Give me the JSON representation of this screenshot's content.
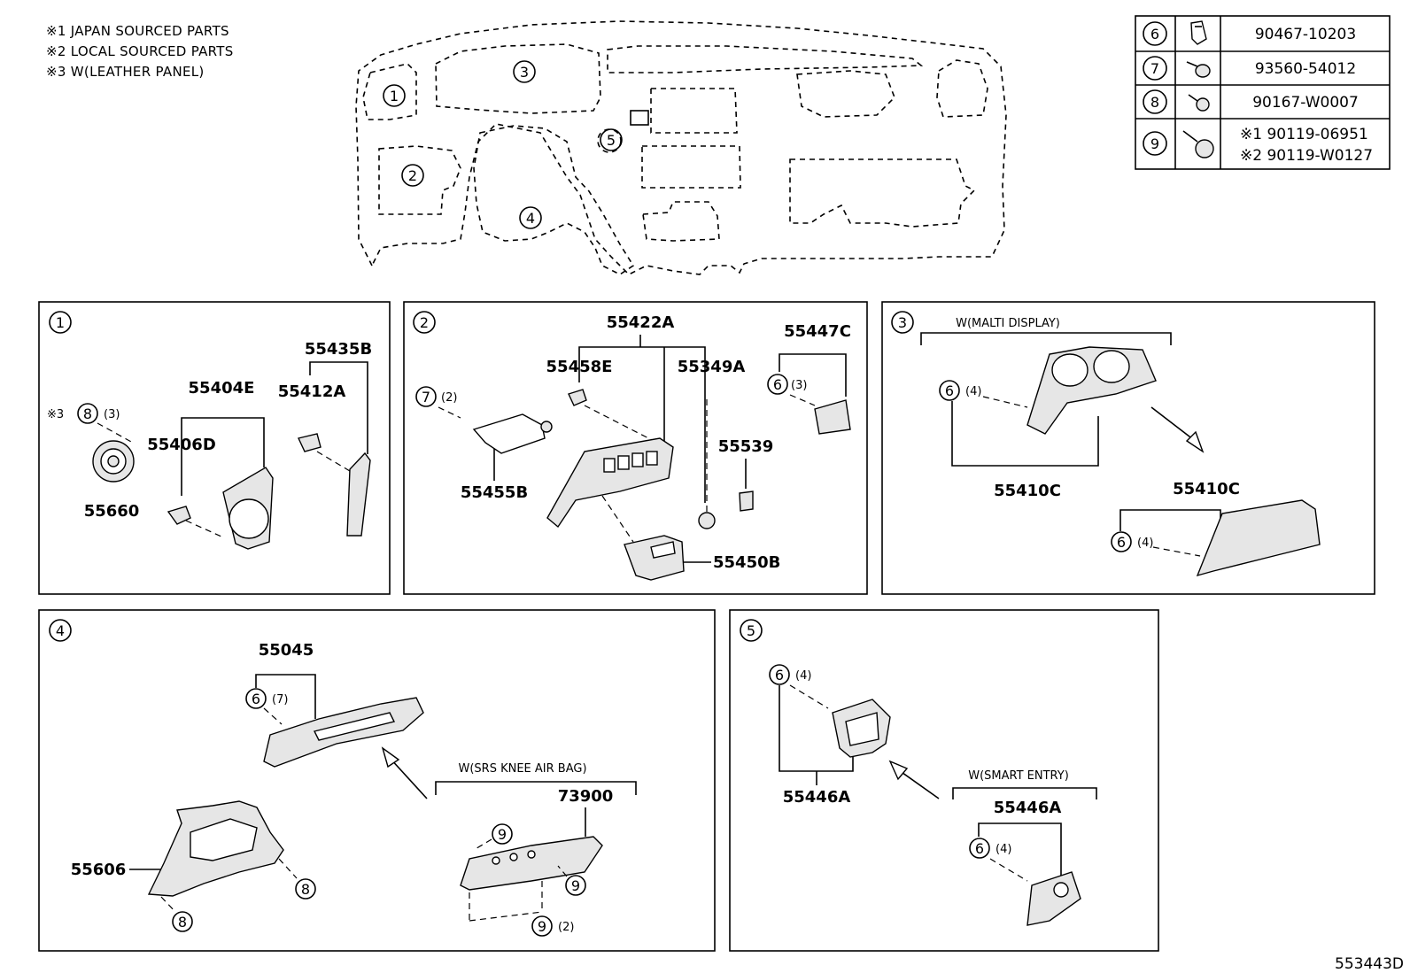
{
  "notes": [
    "※1 JAPAN SOURCED PARTS",
    "※2 LOCAL SOURCED PARTS",
    "※3 W(LEATHER PANEL)"
  ],
  "legend_table": [
    {
      "ref": "6",
      "part": "90467-10203",
      "icon": "clip-icon"
    },
    {
      "ref": "7",
      "part": "93560-54012",
      "icon": "screw-icon"
    },
    {
      "ref": "8",
      "part": "90167-W0007",
      "icon": "screw-icon"
    },
    {
      "ref": "9",
      "part": "※1 90119-06951",
      "part2": "※2 90119-W0127",
      "icon": "bolt-icon"
    }
  ],
  "overview_labels": [
    "1",
    "2",
    "3",
    "4",
    "5"
  ],
  "panel1": {
    "id": "1",
    "parts": [
      "55435B",
      "55404E",
      "55412A",
      "55406D",
      "55660"
    ],
    "fastener": {
      "prefix": "※3",
      "ref": "8",
      "qty": "(3)"
    }
  },
  "panel2": {
    "id": "2",
    "parts": [
      "55422A",
      "55458E",
      "55349A",
      "55447C",
      "55539",
      "55455B",
      "55450B"
    ],
    "fastener_a": {
      "ref": "7",
      "qty": "(2)"
    },
    "fastener_b": {
      "ref": "6",
      "qty": "(3)"
    }
  },
  "panel3": {
    "id": "3",
    "caption": "W(MALTI DISPLAY)",
    "parts": [
      "55410C",
      "55410C"
    ],
    "fastener_a": {
      "ref": "6",
      "qty": "(4)"
    },
    "fastener_b": {
      "ref": "6",
      "qty": "(4)"
    }
  },
  "panel4": {
    "id": "4",
    "caption": "W(SRS KNEE AIR BAG)",
    "parts": [
      "55045",
      "73900",
      "55606"
    ],
    "fastener_a": {
      "ref": "6",
      "qty": "(7)"
    },
    "fastener_b": {
      "ref": "9"
    },
    "fastener_c": {
      "ref": "9"
    },
    "fastener_d": {
      "ref": "9",
      "qty": "(2)"
    },
    "fastener_e": {
      "ref": "8"
    },
    "fastener_f": {
      "ref": "8"
    }
  },
  "panel5": {
    "id": "5",
    "caption": "W(SMART ENTRY)",
    "parts": [
      "55446A",
      "55446A"
    ],
    "fastener_a": {
      "ref": "6",
      "qty": "(4)"
    },
    "fastener_b": {
      "ref": "6",
      "qty": "(4)"
    }
  },
  "drawing_id": "553443D"
}
